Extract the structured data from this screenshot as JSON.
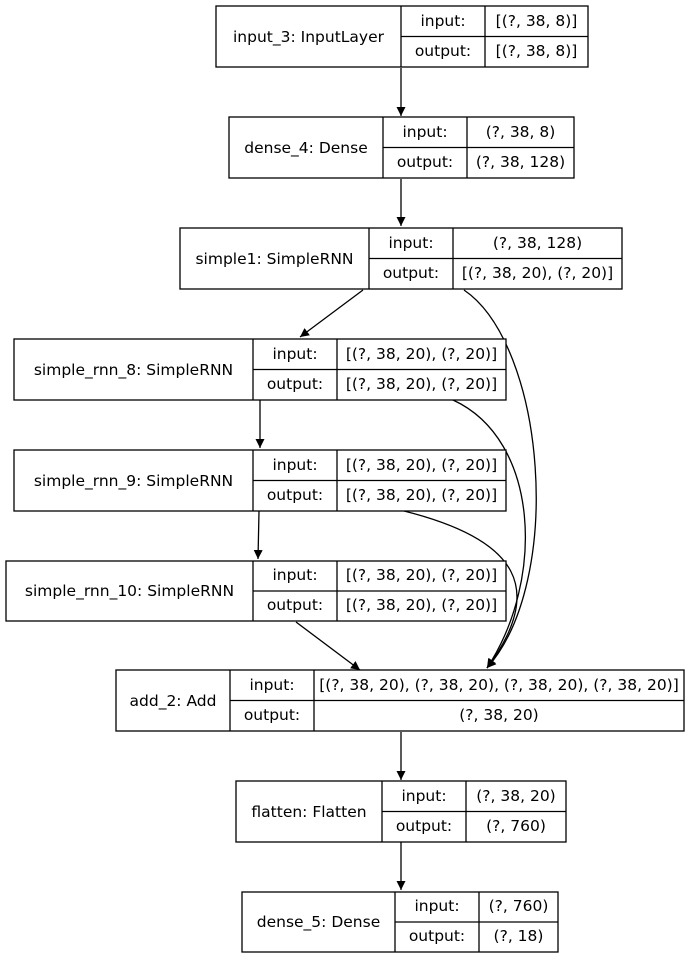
{
  "layers": [
    {
      "id": "input_3",
      "label": "input_3: InputLayer",
      "input_label": "input:",
      "output_label": "output:",
      "input": "[(?, 38, 8)]",
      "output": "[(?, 38, 8)]"
    },
    {
      "id": "dense_4",
      "label": "dense_4: Dense",
      "input_label": "input:",
      "output_label": "output:",
      "input": "(?, 38, 8)",
      "output": "(?, 38, 128)"
    },
    {
      "id": "simple1",
      "label": "simple1: SimpleRNN",
      "input_label": "input:",
      "output_label": "output:",
      "input": "(?, 38, 128)",
      "output": "[(?, 38, 20), (?, 20)]"
    },
    {
      "id": "simple_rnn_8",
      "label": "simple_rnn_8: SimpleRNN",
      "input_label": "input:",
      "output_label": "output:",
      "input": "[(?, 38, 20), (?, 20)]",
      "output": "[(?, 38, 20), (?, 20)]"
    },
    {
      "id": "simple_rnn_9",
      "label": "simple_rnn_9: SimpleRNN",
      "input_label": "input:",
      "output_label": "output:",
      "input": "[(?, 38, 20), (?, 20)]",
      "output": "[(?, 38, 20), (?, 20)]"
    },
    {
      "id": "simple_rnn_10",
      "label": "simple_rnn_10: SimpleRNN",
      "input_label": "input:",
      "output_label": "output:",
      "input": "[(?, 38, 20), (?, 20)]",
      "output": "[(?, 38, 20), (?, 20)]"
    },
    {
      "id": "add_2",
      "label": "add_2: Add",
      "input_label": "input:",
      "output_label": "output:",
      "input": "[(?, 38, 20), (?, 38, 20), (?, 38, 20), (?, 38, 20)]",
      "output": "(?, 38, 20)"
    },
    {
      "id": "flatten",
      "label": "flatten: Flatten",
      "input_label": "input:",
      "output_label": "output:",
      "input": "(?, 38, 20)",
      "output": "(?, 760)"
    },
    {
      "id": "dense_5",
      "label": "dense_5: Dense",
      "input_label": "input:",
      "output_label": "output:",
      "input": "(?, 760)",
      "output": "(?, 18)"
    }
  ],
  "edges": [
    {
      "from": "input_3",
      "to": "dense_4"
    },
    {
      "from": "dense_4",
      "to": "simple1"
    },
    {
      "from": "simple1",
      "to": "simple_rnn_8"
    },
    {
      "from": "simple1",
      "to": "add_2"
    },
    {
      "from": "simple_rnn_8",
      "to": "simple_rnn_9"
    },
    {
      "from": "simple_rnn_8",
      "to": "add_2"
    },
    {
      "from": "simple_rnn_9",
      "to": "simple_rnn_10"
    },
    {
      "from": "simple_rnn_9",
      "to": "add_2"
    },
    {
      "from": "simple_rnn_10",
      "to": "add_2"
    },
    {
      "from": "add_2",
      "to": "flatten"
    },
    {
      "from": "flatten",
      "to": "dense_5"
    }
  ]
}
